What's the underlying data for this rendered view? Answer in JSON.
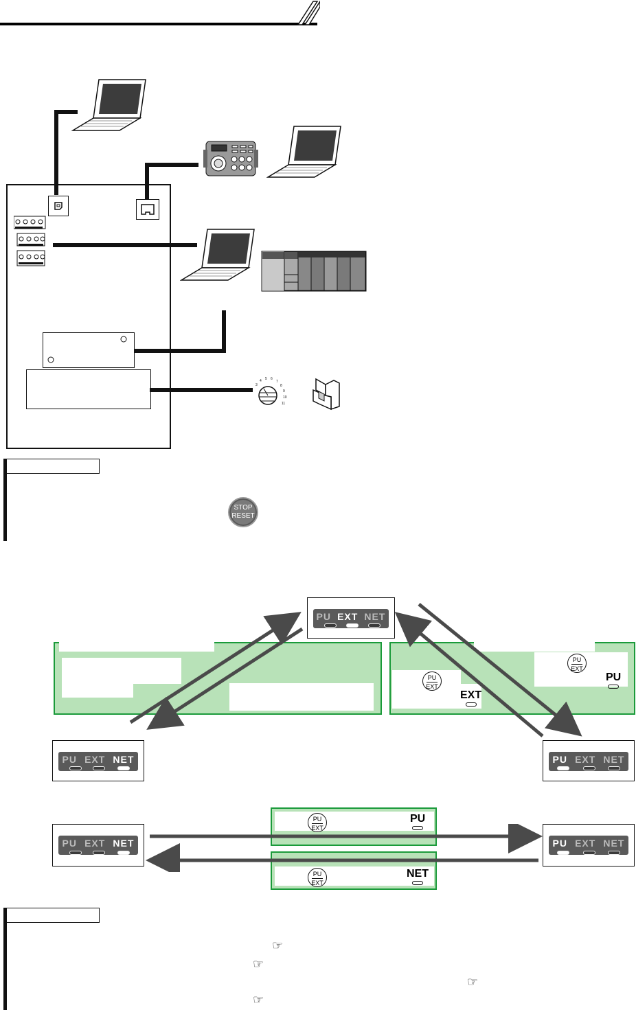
{
  "header": {
    "title": ""
  },
  "diagram": {
    "pu_label": "PU",
    "ext_label": "EXT",
    "net_label": "NET",
    "key_top": "PU",
    "key_bottom": "EXT",
    "stop_top": "STOP",
    "stop_bottom": "RESET"
  },
  "colors": {
    "green_fill": "#b8e2b8",
    "green_border": "#1a9a3a",
    "arrow": "#4a4a4a"
  }
}
